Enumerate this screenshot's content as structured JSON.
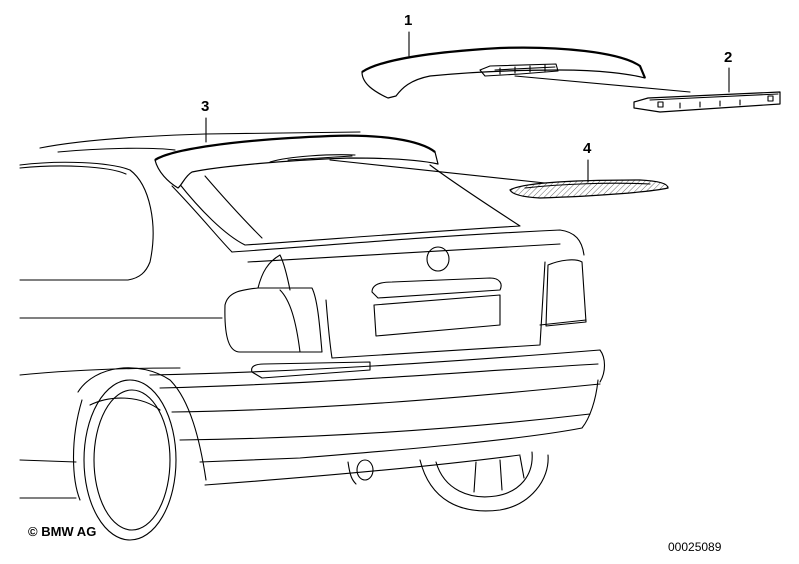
{
  "callouts": [
    {
      "label": "1"
    },
    {
      "label": "2"
    },
    {
      "label": "3"
    },
    {
      "label": "4"
    }
  ],
  "footer": {
    "copyright": "© BMW AG",
    "diagram_number": "00025089"
  }
}
